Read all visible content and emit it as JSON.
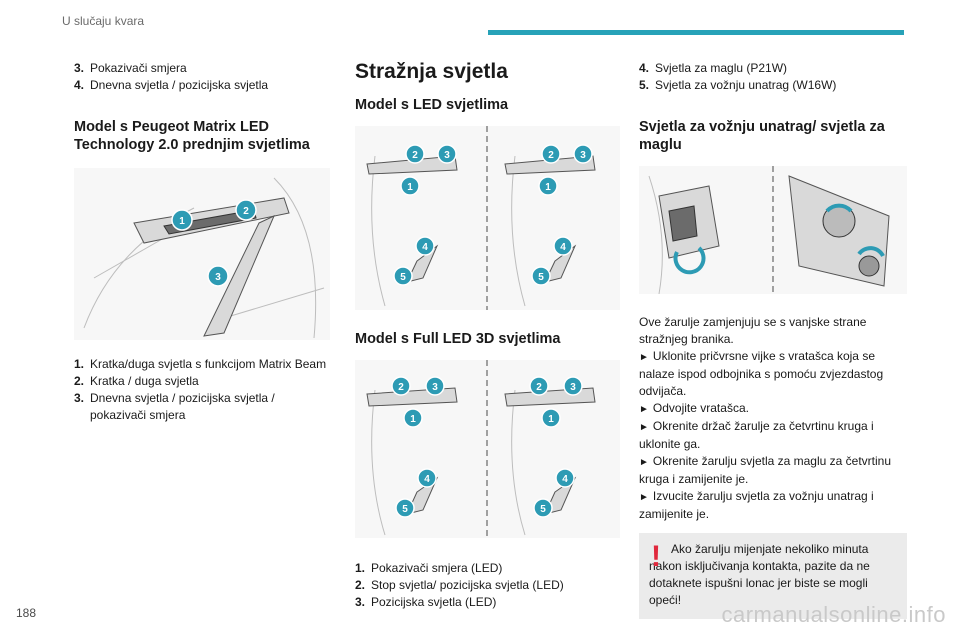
{
  "header": {
    "title": "U slučaju kvara"
  },
  "page_number": "188",
  "watermark": "carmanualsonline.info",
  "col1": {
    "top_list": [
      {
        "num": "3.",
        "text": "Pokazivači smjera"
      },
      {
        "num": "4.",
        "text": "Dnevna svjetla / pozicijska svjetla"
      }
    ],
    "heading": "Model s Peugeot Matrix LED Technology 2.0 prednjim svjetlima",
    "figure_badges": [
      "1",
      "2",
      "3"
    ],
    "list": [
      {
        "num": "1.",
        "text": "Kratka/duga svjetla s funkcijom Matrix Beam"
      },
      {
        "num": "2.",
        "text": "Kratka / duga svjetla"
      },
      {
        "num": "3.",
        "text": "Dnevna svjetla / pozicijska svjetla / pokazivači smjera"
      }
    ]
  },
  "col2": {
    "section_title": "Stražnja svjetla",
    "led_heading": "Model s LED svjetlima",
    "full_led_heading": "Model s Full LED 3D svjetlima",
    "badges": [
      "1",
      "2",
      "3",
      "4",
      "5"
    ],
    "list": [
      {
        "num": "1.",
        "text": "Pokazivači smjera (LED)"
      },
      {
        "num": "2.",
        "text": "Stop svjetla/ pozicijska svjetla (LED)"
      },
      {
        "num": "3.",
        "text": "Pozicijska svjetla (LED)"
      }
    ]
  },
  "col3": {
    "top_list": [
      {
        "num": "4.",
        "text": "Svjetla za maglu (P21W)"
      },
      {
        "num": "5.",
        "text": "Svjetla za vožnju unatrag (W16W)"
      }
    ],
    "heading": "Svjetla za vožnju unatrag/ svjetla za maglu",
    "intro": "Ove žarulje zamjenjuju se s vanjske strane stražnjeg branika.",
    "steps": [
      "Uklonite pričvrsne vijke s vratašca koja se nalaze ispod odbojnika s pomoću zvjezdastog odvijača.",
      "Odvojite vratašca.",
      "Okrenite držač žarulje za četvrtinu kruga i uklonite ga.",
      "Okrenite žarulju svjetla za maglu za četvrtinu kruga i zamijenite je.",
      "Izvucite žarulju svjetla za vožnju unatrag i zamijenite je."
    ],
    "step_marker": "►",
    "notice_mark": "!",
    "notice": "Ako žarulju mijenjate nekoliko minuta nakon isključivanja kontakta, pazite da ne dotaknete ispušni lonac jer biste se mogli opeći!"
  },
  "colors": {
    "accent": "#27a2b8",
    "badge": "#2d9bb4",
    "warning": "#e0283c",
    "notice_bg": "#ebebeb"
  }
}
